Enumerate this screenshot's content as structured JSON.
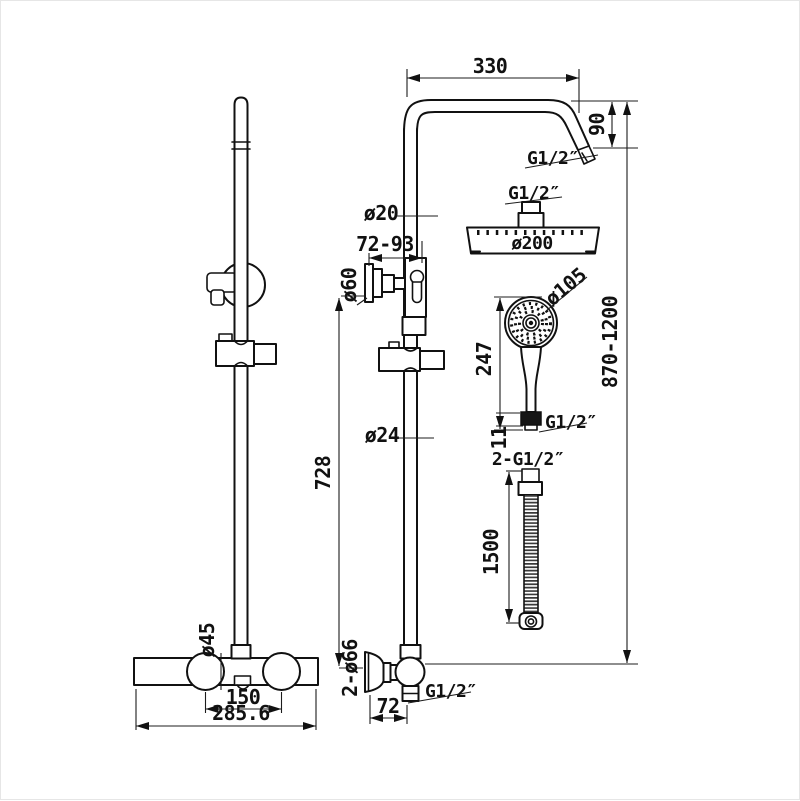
{
  "drawing": {
    "title": "Thermostatic shower column - dimensional technical drawing",
    "units": "mm",
    "background": "#ffffff",
    "line_color": "#111111",
    "views": [
      "front-view",
      "side-view",
      "rain-head-detail",
      "hand-shower-detail",
      "hose-detail"
    ]
  },
  "labels": {
    "arm_length": "330",
    "arm_drop": "90",
    "arm_outlet_thread": "G1/2″",
    "head_inlet_thread": "G1/2″",
    "head_diameter": "ø200",
    "handset_diameter": "ø105",
    "handset_length": "247",
    "handset_nut_height": "11",
    "handset_thread": "G1/2″",
    "column_height_range": "870-1200",
    "hose_threads": "2-G1/2″",
    "hose_length": "1500",
    "upper_pipe_diameter": "ø20",
    "bracket_wall_distance": "72-93",
    "bracket_flange_diameter": "ø60",
    "lower_pipe_diameter": "ø24",
    "lower_column_length": "728",
    "valve_flange_diameter": "2-ø66",
    "valve_outlet_thread": "G1/2″",
    "valve_wall_distance": "72",
    "knob_diameter": "ø45",
    "inlet_centers": "150",
    "valve_overall_width": "285.6"
  }
}
